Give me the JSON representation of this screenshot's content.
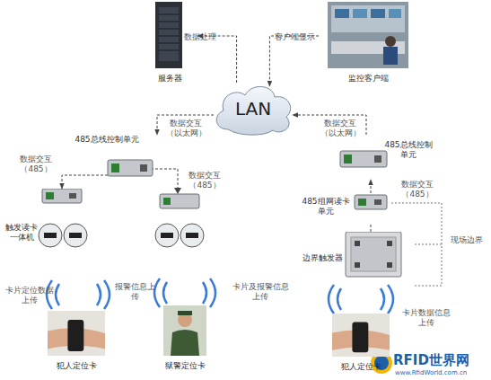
{
  "diagram": {
    "nodes": [
      {
        "text": [
          "服务器"
        ]
      },
      {
        "text": [
          "监控客户端"
        ]
      },
      {
        "text": [
          "LAN"
        ]
      },
      {
        "text": [
          "485总线控制单元"
        ]
      },
      {
        "text": [
          "485总线控制单元"
        ]
      },
      {
        "text": [
          "触发读卡一体机"
        ]
      },
      {
        "text": [
          "485组网读卡单元"
        ]
      },
      {
        "text": [
          "边界触发器"
        ]
      },
      {
        "text": [
          "犯人定位卡"
        ]
      },
      {
        "text": [
          "狱警定位卡"
        ]
      },
      {
        "text": [
          "犯人定位卡"
        ]
      }
    ],
    "edges": [
      {
        "from": 2,
        "to": 0,
        "arrow": "to",
        "label": "数据处理"
      },
      {
        "from": 1,
        "to": 2,
        "arrow": "to",
        "label": "客户端显示"
      },
      {
        "from": 2,
        "to": 3,
        "arrow": "to",
        "label": "数据交互（以太网）"
      },
      {
        "from": 4,
        "to": 2,
        "arrow": "to",
        "label": "数据交互（以太网）"
      },
      {
        "from": 3,
        "to": 5,
        "arrow": "to",
        "label": "数据交互（485）"
      },
      {
        "from": 6,
        "to": 4,
        "arrow": "to",
        "label": "数据交互（485）"
      },
      {
        "from": 7,
        "to": 6,
        "arrow": "none"
      }
    ],
    "labels": [
      "数据交互（485）",
      "现场边界",
      "卡片定位数据上传",
      "报警信息上传",
      "卡片及报警信息上传",
      "卡片数据信息上传",
      "RFID世界网",
      "www.RfidWorld.com.cn"
    ]
  }
}
